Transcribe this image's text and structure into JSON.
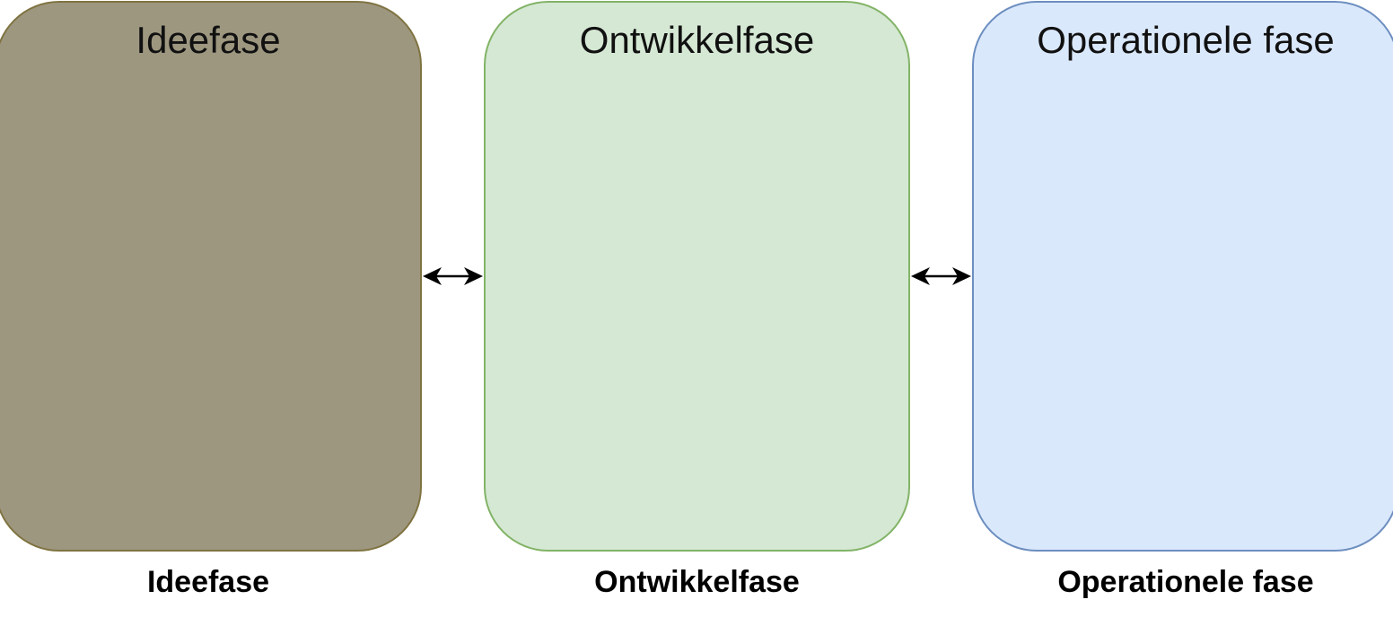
{
  "phases": [
    {
      "title": "Ideefase",
      "caption": "Ideefase",
      "fill": "#9e9780",
      "border": "#7f7340"
    },
    {
      "title": "Ontwikkelfase",
      "caption": "Ontwikkelfase",
      "fill": "#d5e8d4",
      "border": "#82b366"
    },
    {
      "title": "Operationele fase",
      "caption": "Operationele fase",
      "fill": "#dae8fc",
      "border": "#6c8ebf"
    }
  ],
  "connectors": [
    {
      "from": "Ideefase",
      "to": "Ontwikkelfase",
      "type": "bidirectional"
    },
    {
      "from": "Ontwikkelfase",
      "to": "Operationele fase",
      "type": "bidirectional"
    }
  ],
  "arrow_color": "#000000"
}
